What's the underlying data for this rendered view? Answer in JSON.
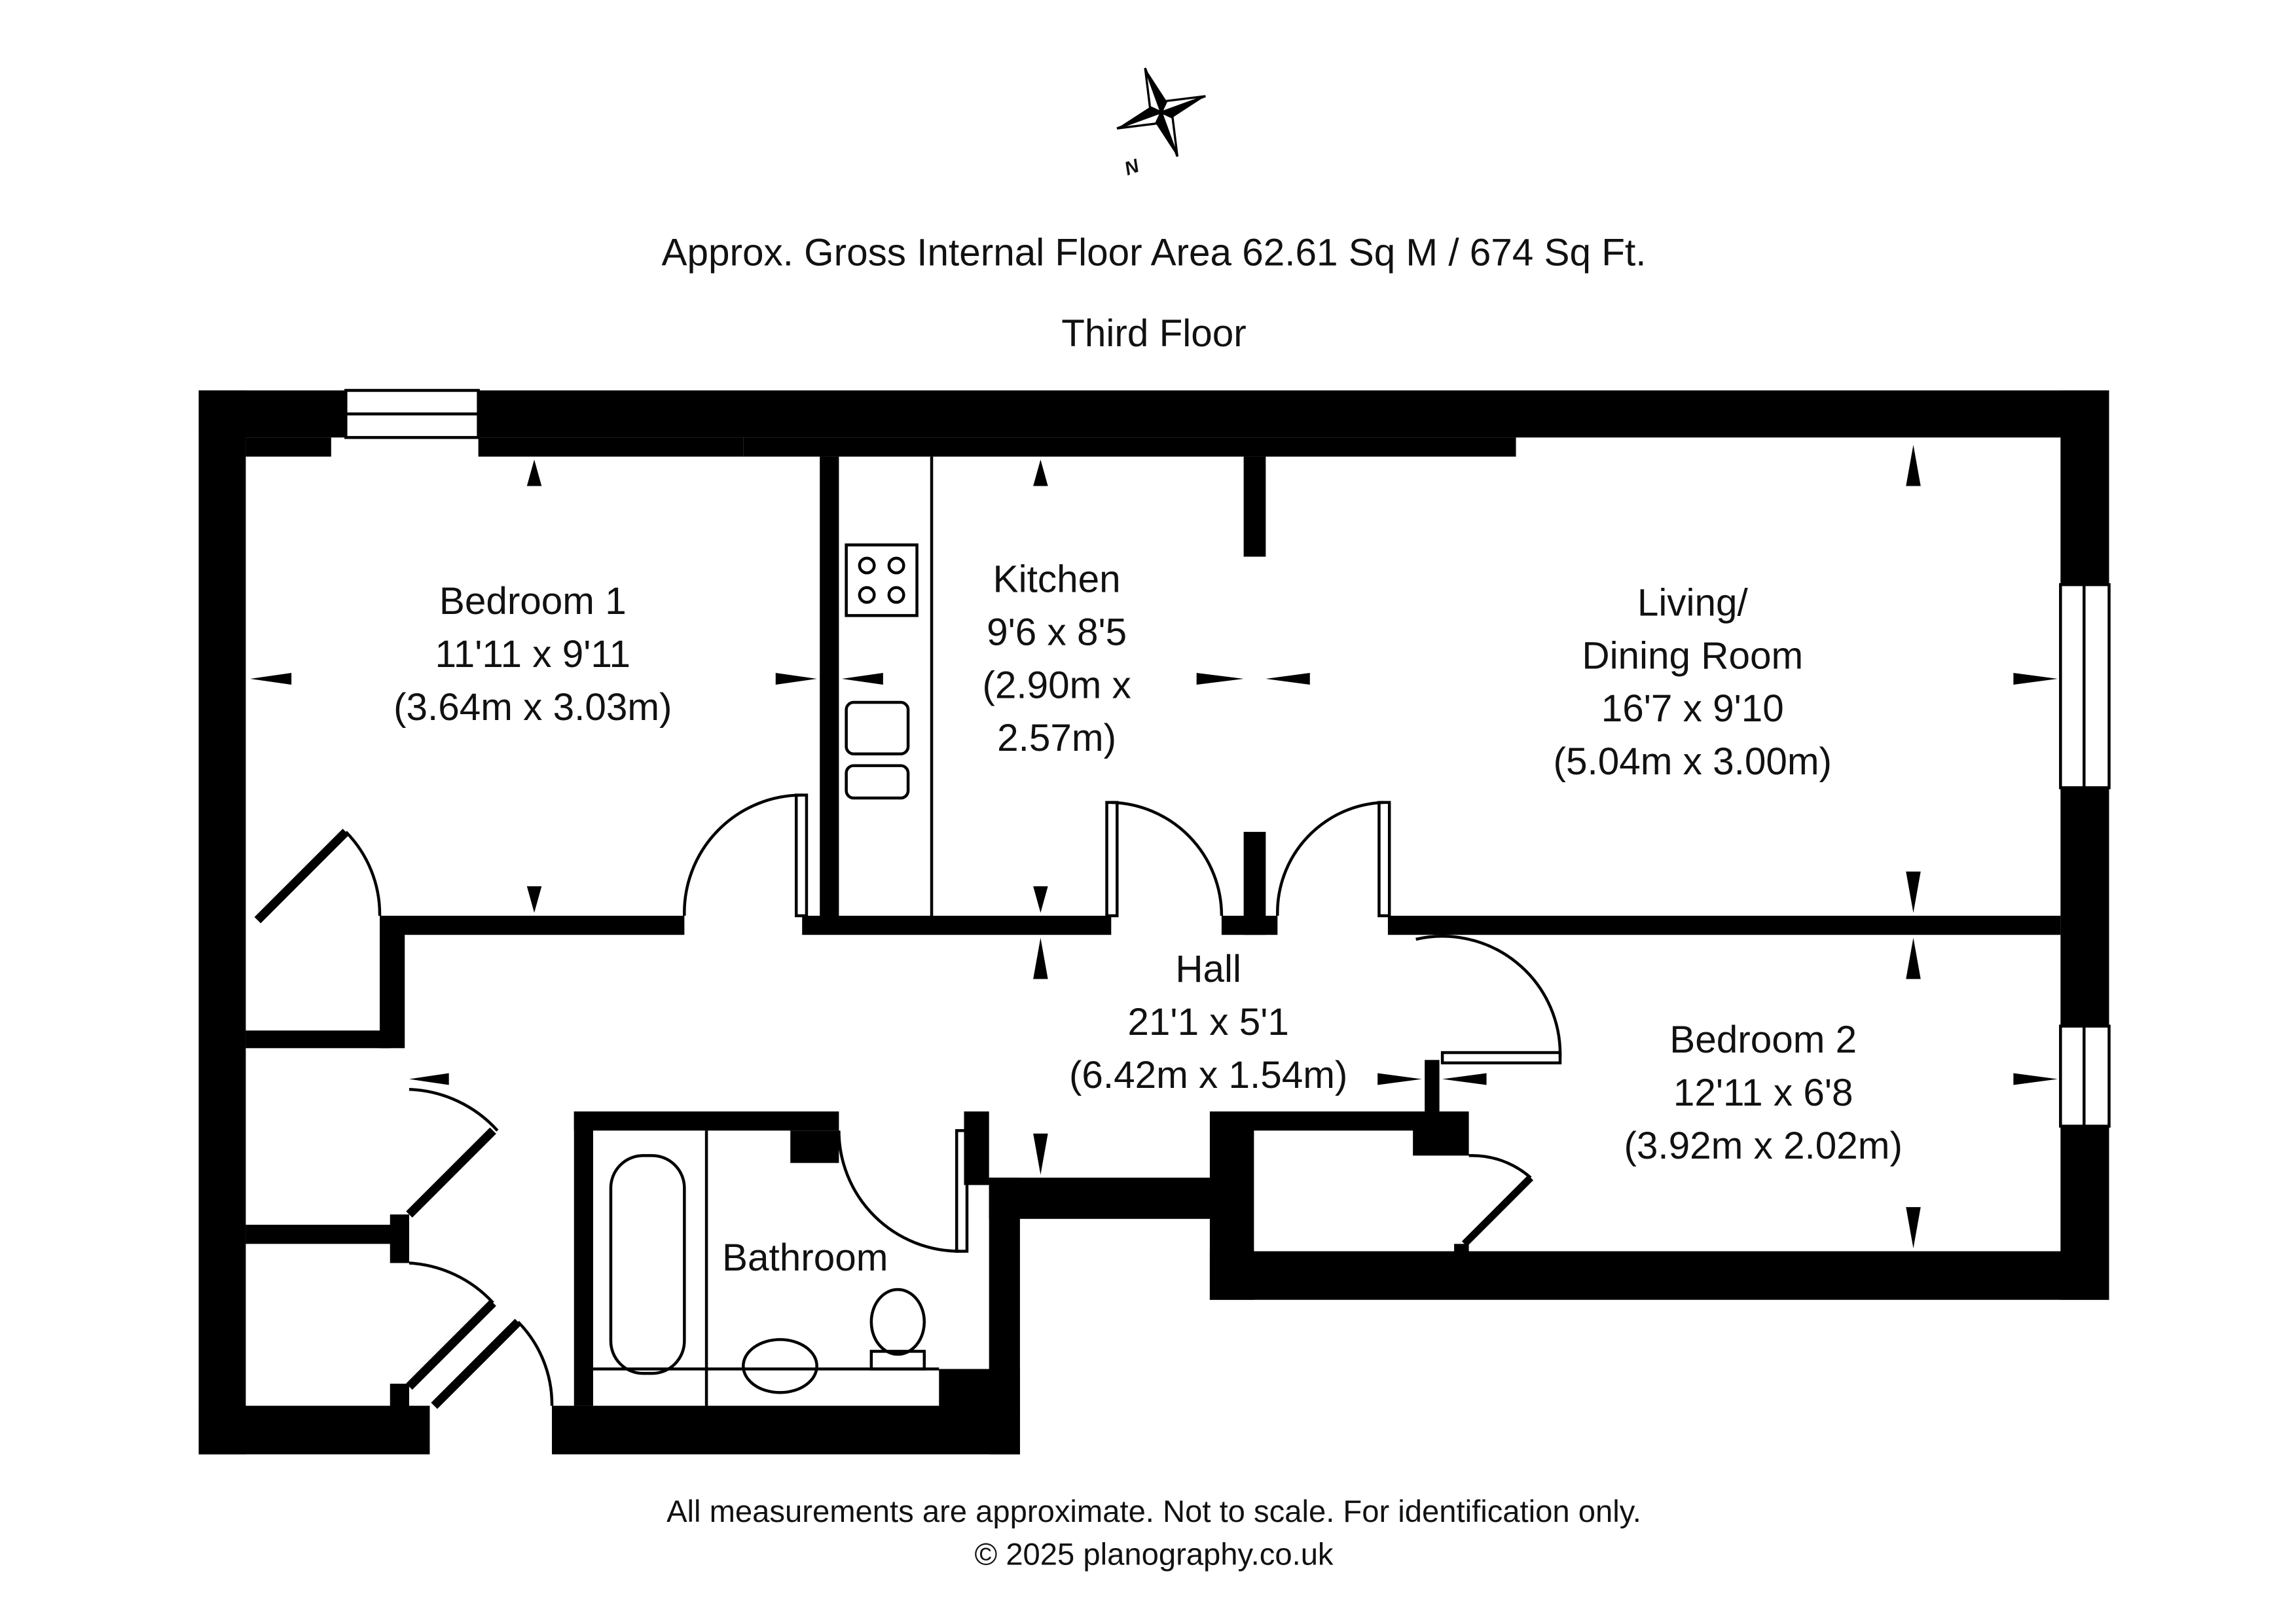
{
  "header": {
    "area": "Approx. Gross Internal Floor Area 62.61 Sq M / 674 Sq Ft.",
    "floor": "Third Floor",
    "compass_label": "N"
  },
  "rooms": {
    "bedroom1": {
      "name": "Bedroom 1",
      "imperial": "11'11 x 9'11",
      "metric": "(3.64m x 3.03m)"
    },
    "kitchen": {
      "name": "Kitchen",
      "imperial": "9'6 x 8'5",
      "metric1": "(2.90m x",
      "metric2": "2.57m)"
    },
    "living": {
      "name1": "Living/",
      "name2": "Dining Room",
      "imperial": "16'7 x 9'10",
      "metric": "(5.04m x 3.00m)"
    },
    "hall": {
      "name": "Hall",
      "imperial": "21'1 x 5'1",
      "metric": "(6.42m x 1.54m)"
    },
    "bedroom2": {
      "name": "Bedroom 2",
      "imperial": "12'11 x 6'8",
      "metric": "(3.92m x 2.02m)"
    },
    "bathroom": {
      "name": "Bathroom"
    }
  },
  "footer": {
    "disclaimer": "All measurements are approximate. Not to scale. For identification only.",
    "copyright": "© 2025 planography.co.uk"
  }
}
